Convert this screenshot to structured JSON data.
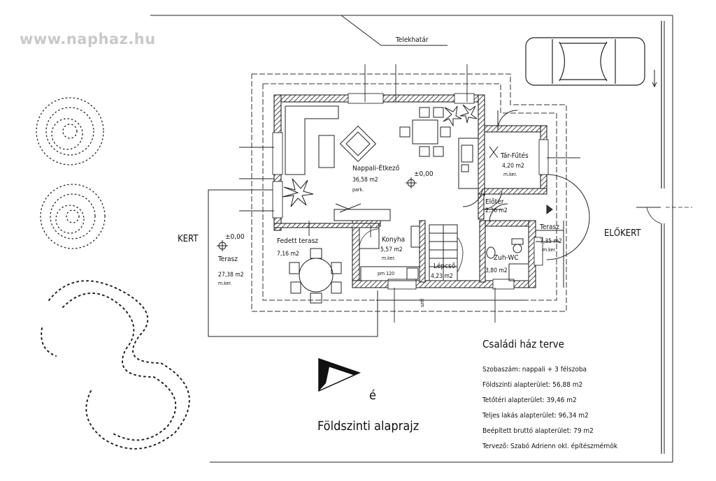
{
  "watermark": "www.naphaz.hu",
  "labels": {
    "plot_boundary": "Telekhatár",
    "garden": "KERT",
    "front_garden": "ELŐKERT",
    "north_mark": "é",
    "floor_plan": "Földszinti alaprajz",
    "wind": "szél"
  },
  "levels": {
    "garden_level": "±0,00",
    "living_level": "±0,00"
  },
  "rooms": {
    "living": {
      "name": "Nappali-Étkező",
      "area": "36,58 m2",
      "floor": "park."
    },
    "storage": {
      "name": "Tár-Fűtés",
      "area": "4,20 m2",
      "floor": "m.ker."
    },
    "hall": {
      "name": "Előtér",
      "area": "2,36 m2"
    },
    "front_terrace": {
      "name": "Terasz",
      "area": "7,35 m2",
      "floor": "m.ker."
    },
    "covered_terrace": {
      "name": "Fedett terasz",
      "area": "7,16 m2"
    },
    "kitchen": {
      "name": "Konyha",
      "area": "5,57 m2",
      "floor": "m.ker."
    },
    "stairs": {
      "name": "Lépcső",
      "area": "4,23 m2"
    },
    "bathroom": {
      "name": "Zuh-WC",
      "area": "3,80 m2"
    },
    "garden_terrace": {
      "name": "Terasz",
      "area": "27,38 m2",
      "floor": "m.ker."
    },
    "kitchen_note": "pm 120"
  },
  "info": {
    "title": "Családi ház terve",
    "lines": [
      "Szobaszám: nappali + 3 félszoba",
      "Földszinti alapterület: 56,88 m2",
      "Tetőtéri alapterület: 39,46 m2",
      "Teljes lakás alapterület: 96,34 m2",
      "Beépített bruttó alapterület: 79 m2",
      "Tervező: Szabó Adrienn okl. építészmérnök"
    ]
  }
}
